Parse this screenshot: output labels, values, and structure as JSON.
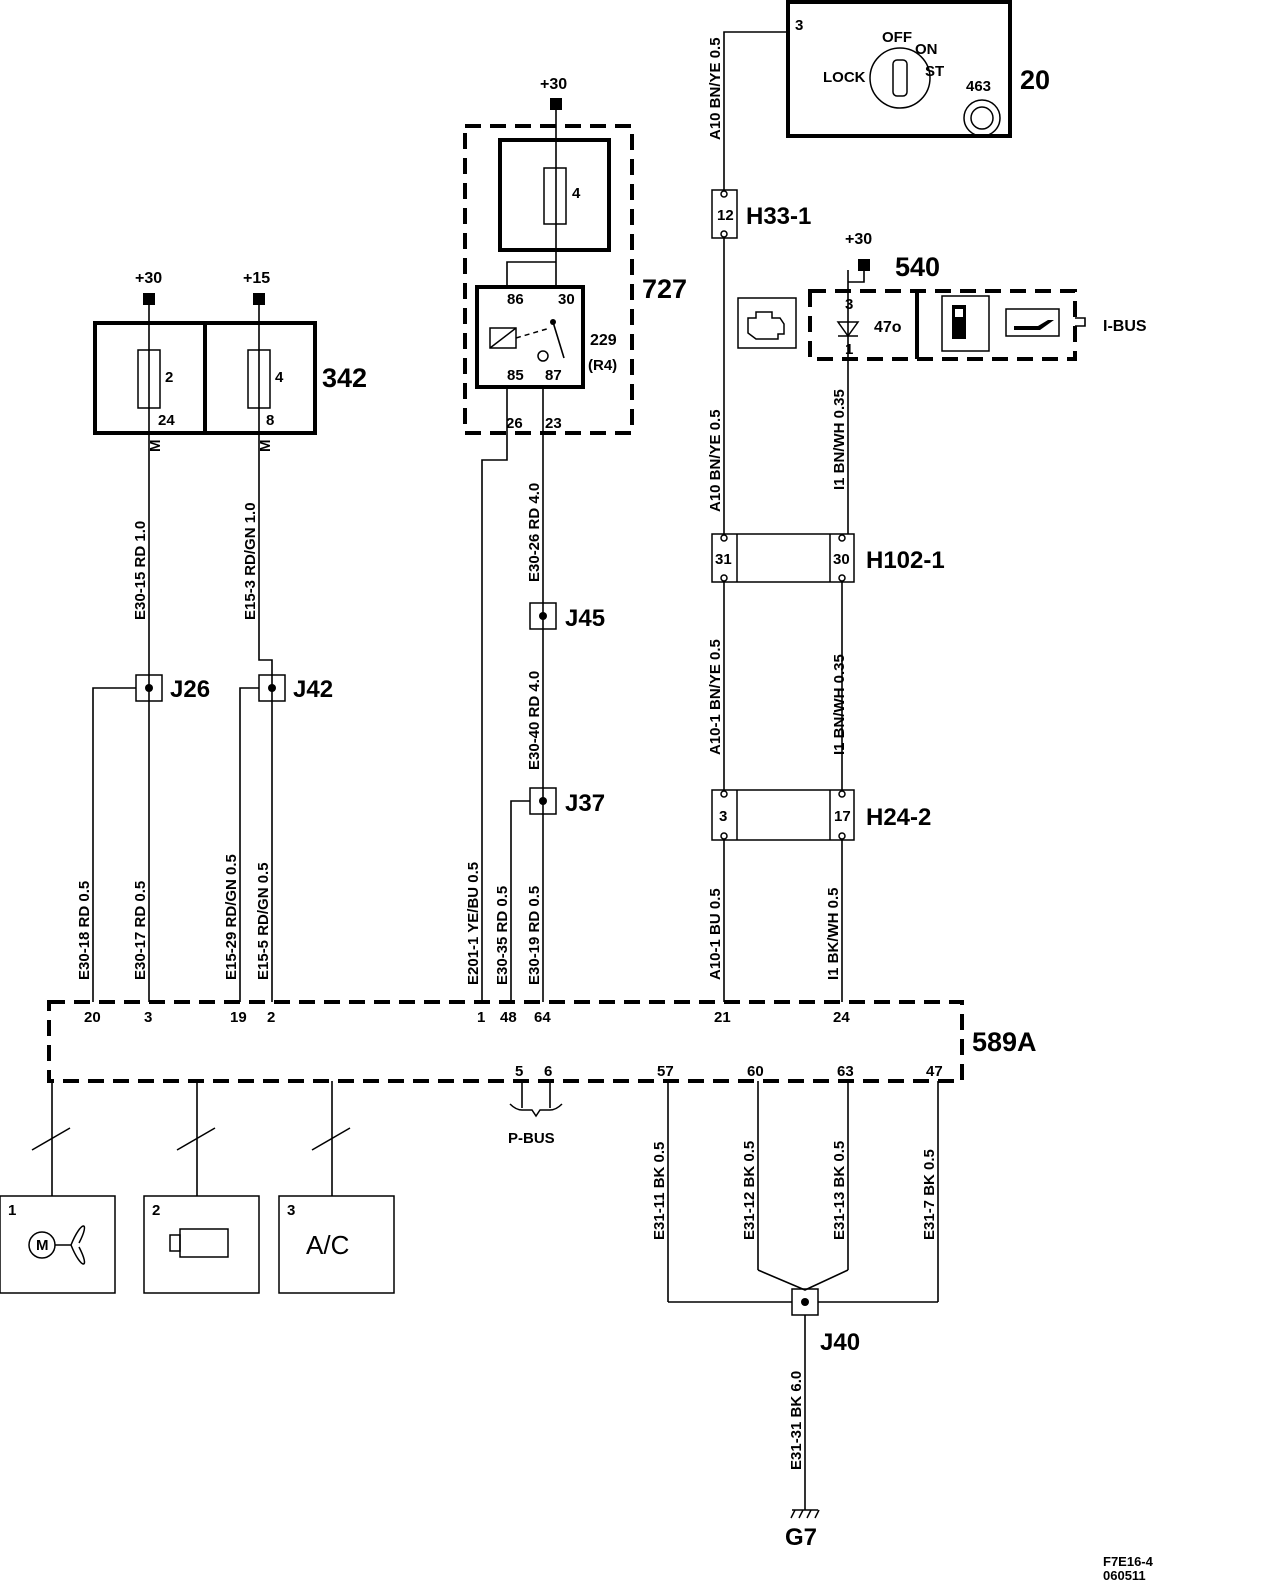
{
  "supplies": {
    "s30a": "+30",
    "s15": "+15",
    "s30b": "+30",
    "s30c": "+30"
  },
  "components": {
    "c342": "342",
    "c727": "727",
    "c20": "20",
    "c540": "540",
    "c589": "589A",
    "c229": "229",
    "c229r": "(R4)",
    "c463": "463",
    "ibus": "I-BUS",
    "pbus": "P-BUS",
    "c47o": "47o",
    "ac": "A/C"
  },
  "connectors": {
    "h33": "H33-1",
    "h102": "H102-1",
    "h24": "H24-2",
    "j26": "J26",
    "j42": "J42",
    "j45": "J45",
    "j37": "J37",
    "j40": "J40",
    "g7": "G7"
  },
  "ignition": {
    "off": "OFF",
    "on": "ON",
    "lock": "LOCK",
    "st": "ST"
  },
  "pins": {
    "f2": "2",
    "f4a": "4",
    "p24": "24",
    "p8": "8",
    "mA": "M",
    "mB": "M",
    "f4b": "4",
    "r86": "86",
    "r30": "30",
    "r85": "85",
    "r87": "87",
    "r26": "26",
    "r23": "23",
    "sw3": "3",
    "h33p": "12",
    "l3": "3",
    "l1": "1",
    "h102a": "31",
    "h102b": "30",
    "h24a": "3",
    "h24b": "17",
    "e20": "20",
    "e3": "3",
    "e19": "19",
    "e2": "2",
    "e1": "1",
    "e48": "48",
    "e64": "64",
    "e21": "21",
    "e24": "24",
    "b5": "5",
    "b6": "6",
    "b57": "57",
    "b60": "60",
    "b63": "63",
    "b47": "47",
    "d1": "1",
    "d2": "2",
    "d3": "3"
  },
  "wires": {
    "w_a10_top": "A10  BN/YE  0.5",
    "w_e3015": "E30-15  RD  1.0",
    "w_e153": "E15-3  RD/GN  1.0",
    "w_e3026": "E30-26  RD  4.0",
    "w_e3040": "E30-40  RD  4.0",
    "w_a10_mid": "A10  BN/YE  0.5",
    "w_i1_mid": "I1  BN/WH  0.35",
    "w_a101": "A10-1  BN/YE  0.5",
    "w_i1_low": "I1  BN/WH  0.35",
    "w_e3018": "E30-18  RD  0.5",
    "w_e3017": "E30-17  RD  0.5",
    "w_e1529": "E15-29  RD/GN  0.5",
    "w_e155": "E15-5  RD/GN  0.5",
    "w_e2011": "E201-1  YE/BU  0.5",
    "w_e3035": "E30-35  RD  0.5",
    "w_e3019": "E30-19  RD  0.5",
    "w_a101bu": "A10-1  BU  0.5",
    "w_i1bk": "I1  BK/WH  0.5",
    "w_e3111": "E31-11  BK  0.5",
    "w_e3112": "E31-12  BK  0.5",
    "w_e3113": "E31-13  BK  0.5",
    "w_e317": "E31-7  BK  0.5",
    "w_e3131": "E31-31  BK  6.0"
  },
  "footer": {
    "code": "F7E16-4",
    "date": "060511"
  }
}
